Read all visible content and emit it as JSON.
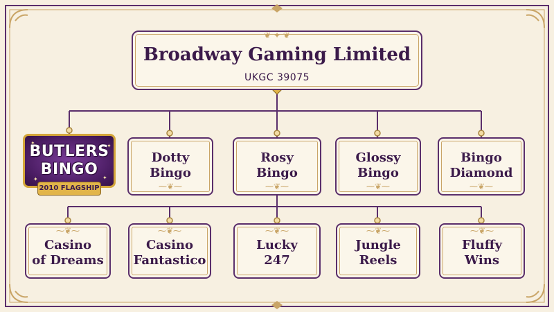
{
  "root": {
    "title": "Broadway Gaming Limited",
    "subtitle": "UKGC 39075"
  },
  "logo": {
    "line1": "BUTLERS",
    "line2": "BINGO",
    "ribbon": "2010 FLAGSHIP"
  },
  "row1": [
    {
      "line1": "Dotty",
      "line2": "Bingo"
    },
    {
      "line1": "Rosy",
      "line2": "Bingo"
    },
    {
      "line1": "Glossy",
      "line2": "Bingo"
    },
    {
      "line1": "Bingo",
      "line2": "Diamond"
    }
  ],
  "row2": [
    {
      "line1": "Casino",
      "line2": "of Dreams"
    },
    {
      "line1": "Casino",
      "line2": "Fantastico"
    },
    {
      "line1": "Lucky",
      "line2": "247"
    },
    {
      "line1": "Jungle",
      "line2": "Reels"
    },
    {
      "line1": "Fluffy",
      "line2": "Wins"
    }
  ],
  "colors": {
    "line": "#5a2e6b",
    "gold": "#c9a567",
    "background": "#f7f0e1"
  }
}
